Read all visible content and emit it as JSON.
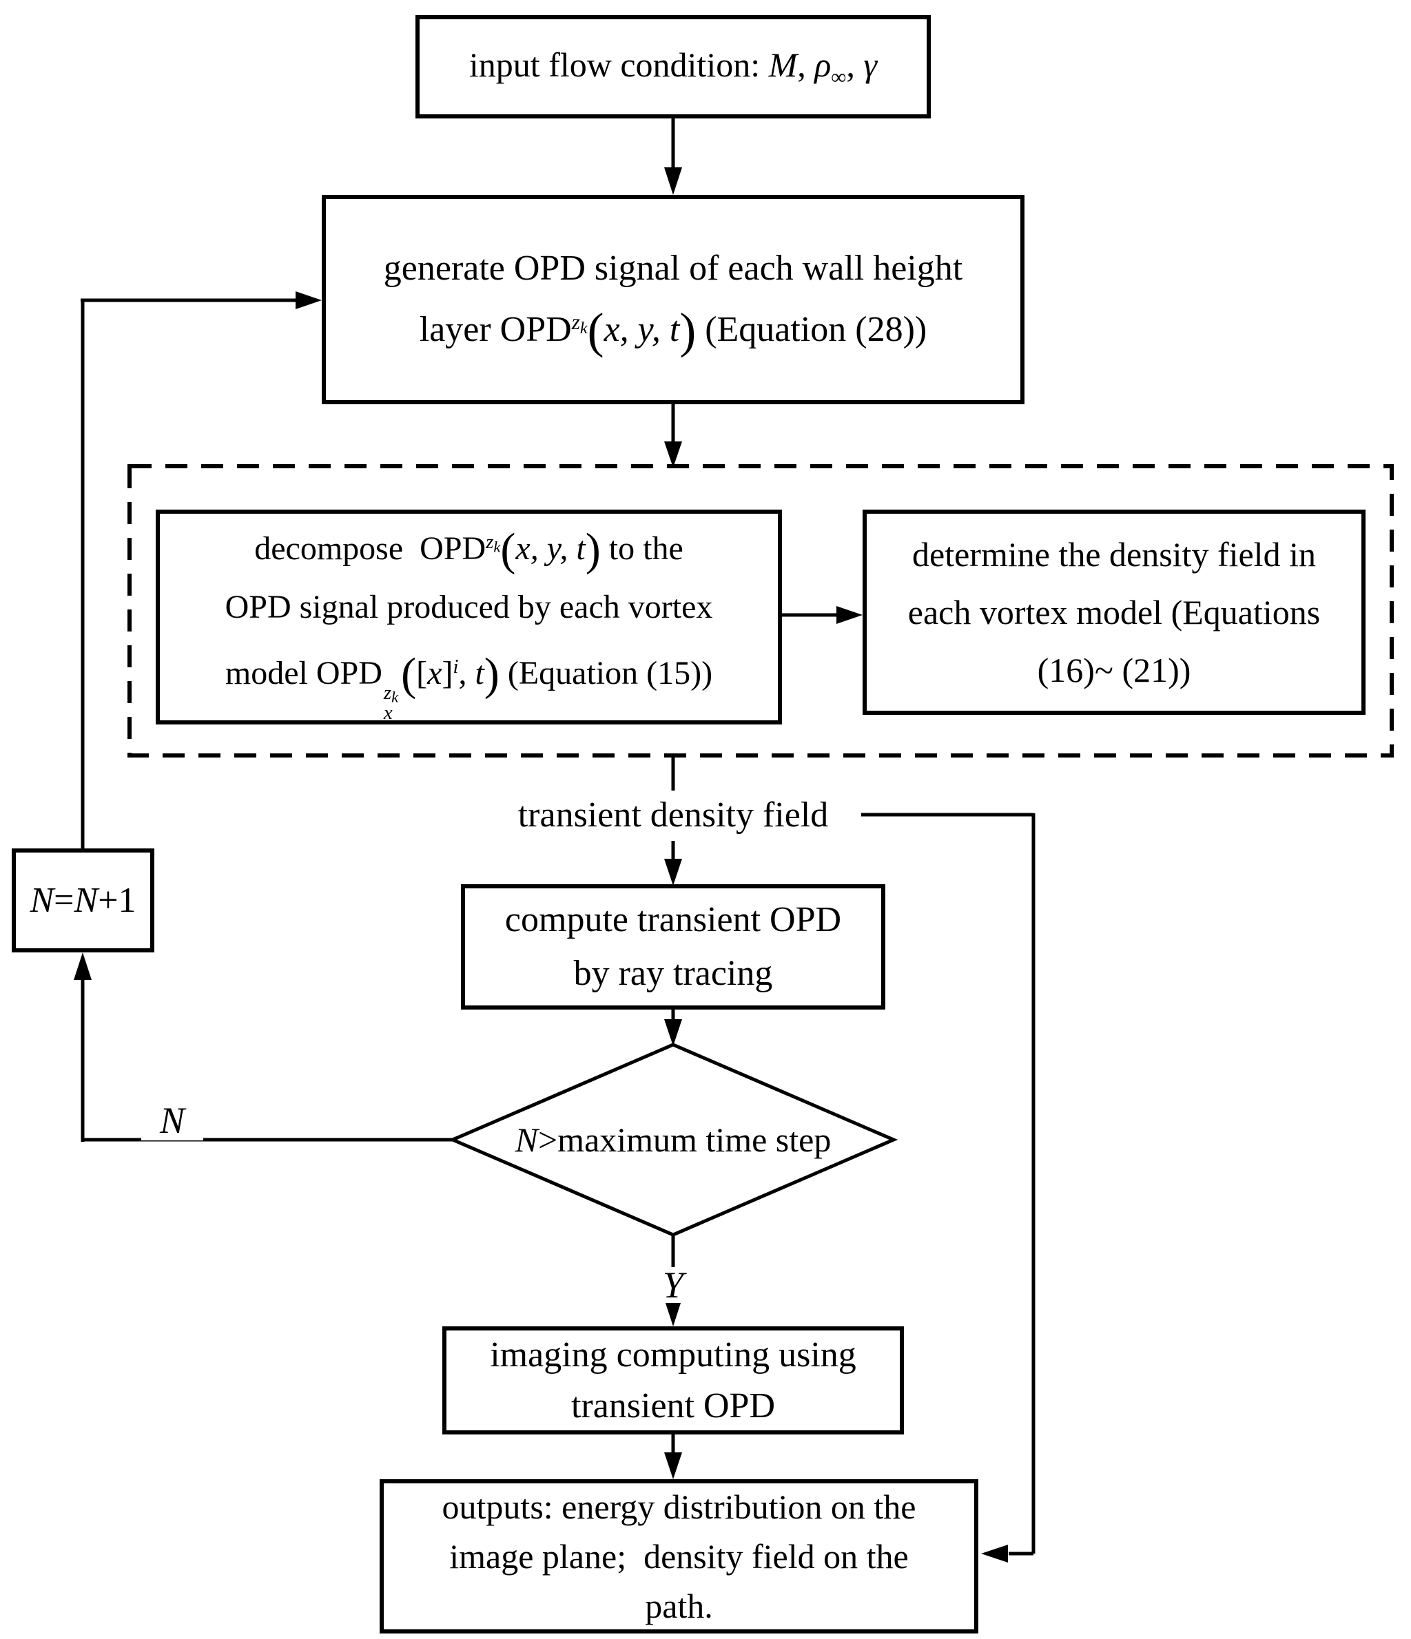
{
  "colors": {
    "ink": "#000000",
    "background": "#ffffff"
  },
  "nodes": {
    "input_box": {
      "prefix": "input flow condition: ",
      "M": "M",
      "sep1": ", ",
      "rho": "ρ",
      "rho_sub": "∞",
      "sep2": ", ",
      "gamma": "γ"
    },
    "generate_box": {
      "line1": "generate OPD signal of each wall height",
      "l2_pre": "layer OPD",
      "sup_z": "z",
      "sup_k": "k",
      "open": "(",
      "args": "x, y, t",
      "close": ")",
      "l2_post": " (Equation (28))"
    },
    "decompose_box": {
      "l1_pre": "decompose  OPD",
      "sup_z": "z",
      "sup_k": "k",
      "open": "(",
      "args": "x, y, t",
      "close": ")",
      "l1_post": " to the",
      "line2": "OPD signal produced by each vortex",
      "l3_pre": "model OPD",
      "st_z": "z",
      "st_k": "k",
      "st_x": "x",
      "big_open": "(",
      "bracket_open": "[",
      "bx": "x",
      "bracket_close": "]",
      "sup_i": "i",
      "comma_t": ", ",
      "t": "t",
      "big_close": ")",
      "l3_post": " (Equation (15))"
    },
    "determine_box": {
      "line1": "determine the density field in",
      "line2": "each vortex model (Equations",
      "line3": "(16)~ (21))"
    },
    "transient_label": "transient density field",
    "compute_box": {
      "line1": "compute transient OPD",
      "line2": "by ray tracing"
    },
    "decision_diamond": {
      "N_var": "N",
      "rest": ">maximum time step"
    },
    "n_plus_one_box": {
      "N1": "N",
      "eq": "=",
      "N2": "N",
      "plus_one": "+1"
    },
    "imaging_box": {
      "line1": "imaging computing using",
      "line2": "transient OPD"
    },
    "outputs_box": {
      "line1": "outputs: energy distribution on the",
      "line2": "image plane;  density field on the",
      "line3": "path."
    },
    "branch_labels": {
      "no": "N",
      "yes": "Y"
    }
  }
}
